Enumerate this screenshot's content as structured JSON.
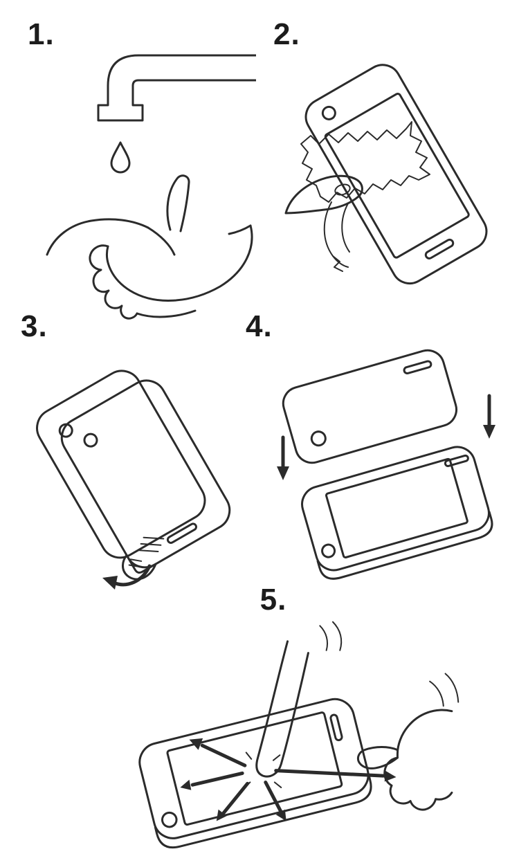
{
  "page": {
    "background": "#ffffff",
    "line_color": "#2b2b2b",
    "label_color": "#1c1c1c"
  },
  "steps": [
    {
      "label": "1.",
      "name": "wash-hands"
    },
    {
      "label": "2.",
      "name": "clean-screen-with-cloth"
    },
    {
      "label": "3.",
      "name": "peel-backing-film"
    },
    {
      "label": "4.",
      "name": "align-protector-on-phone"
    },
    {
      "label": "5.",
      "name": "press-center-and-smooth-outward"
    }
  ]
}
